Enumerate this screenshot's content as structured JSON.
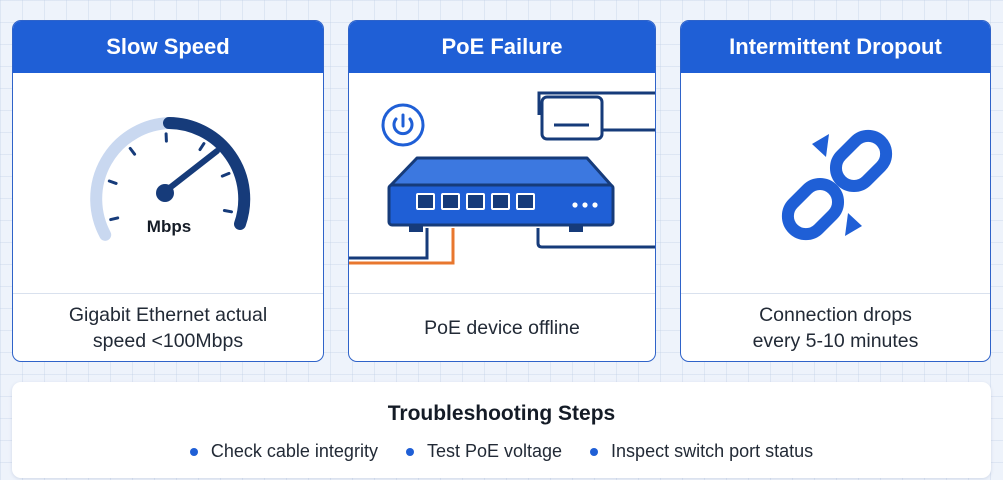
{
  "cards": [
    {
      "title": "Slow Speed",
      "icon": "speedometer-icon",
      "gauge_label": "Mbps",
      "desc_lines": [
        "Gigabit Ethernet actual",
        "speed <100Mbps"
      ]
    },
    {
      "title": "PoE Failure",
      "icon": "network-switch-icon",
      "desc_lines": [
        "PoE device offline"
      ]
    },
    {
      "title": "Intermittent Dropout",
      "icon": "broken-link-icon",
      "desc_lines": [
        "Connection drops",
        "every 5-10 minutes"
      ]
    }
  ],
  "steps": {
    "title": "Troubleshooting Steps",
    "items": [
      "Check cable integrity",
      "Test PoE voltage",
      "Inspect switch port status"
    ]
  },
  "colors": {
    "accent": "#1f5fd6",
    "navy": "#163b7a",
    "cable_orange": "#e8772e",
    "gauge_light": "#c9d8f0"
  }
}
